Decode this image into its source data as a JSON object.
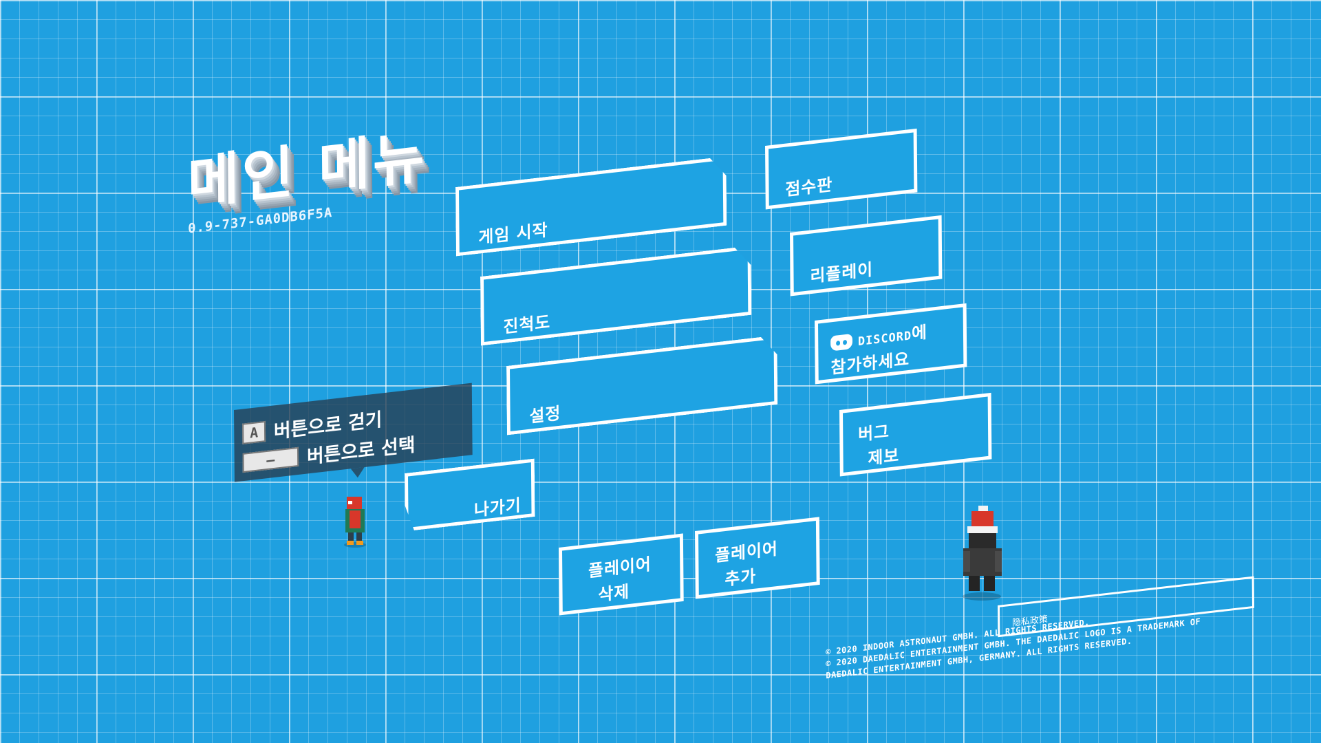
{
  "title": "메인 메뉴",
  "version": "0.9-737-GA0DB6F5A",
  "menu": {
    "start_game": "게임 시작",
    "progress": "진척도",
    "settings": "설정",
    "exit": "나가기",
    "remove_player": [
      "플레이어",
      "삭제"
    ],
    "add_player": [
      "플레이어",
      "추가"
    ],
    "leaderboard": "점수판",
    "replay": "리플레이",
    "discord_word": "DISCORD",
    "discord_suffix": "에",
    "discord_line2": "참가하세요",
    "bug_report": [
      "버그",
      "제보"
    ]
  },
  "hint": {
    "walk_key": "A",
    "walk_text": "버튼으로 걷기",
    "select_text": "버튼으로 선택"
  },
  "footer": {
    "privacy": "隐私政策",
    "copyright": [
      "© 2020 INDOOR ASTRONAUT GMBH. ALL RIGHTS RESERVED.",
      "© 2020 DAEDALIC ENTERTAINMENT GMBH. THE DAEDALIC LOGO IS A TRADEMARK OF",
      "DAEDALIC ENTERTAINMENT GMBH, GERMANY. ALL RIGHTS RESERVED."
    ]
  },
  "icons": {
    "discord": "discord-icon",
    "character_left": "penguin-character-icon",
    "character_right": "santa-hat-character-icon"
  },
  "colors": {
    "background": "#1fa0e0",
    "button_fill": "#1ea3e3",
    "button_border": "#ffffff",
    "hint_bg": "#283c50"
  }
}
